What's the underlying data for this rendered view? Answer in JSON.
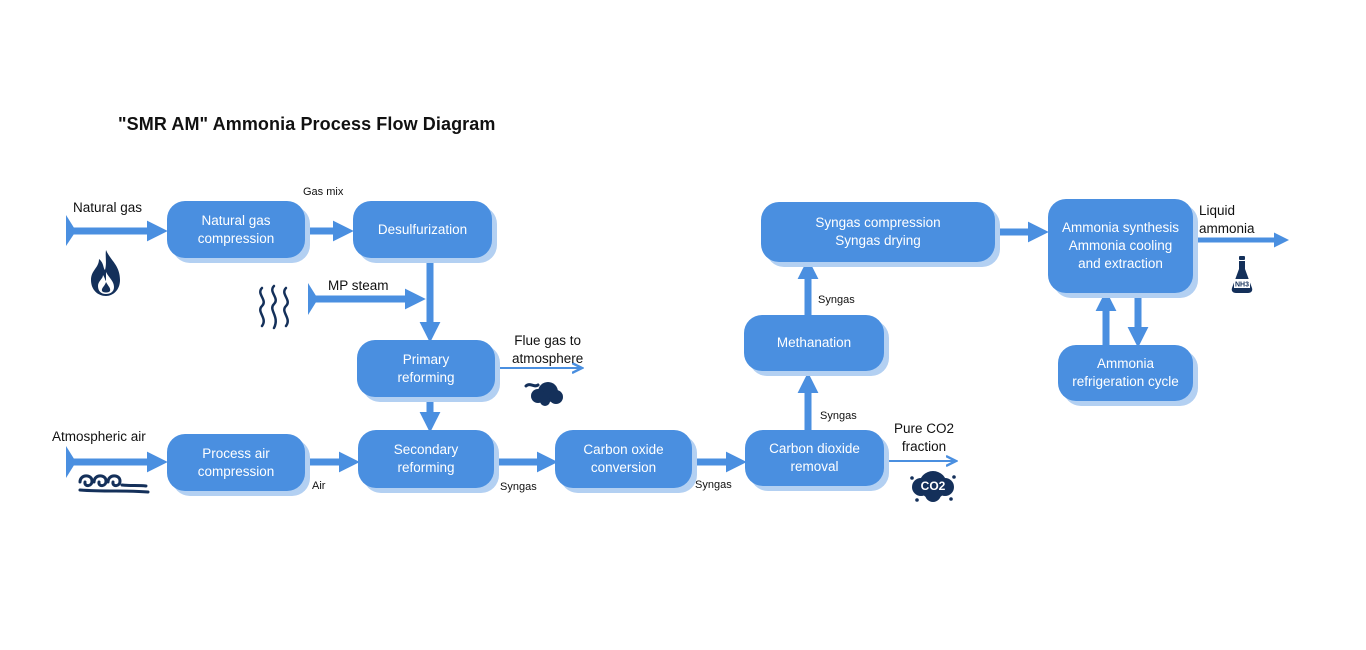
{
  "title": "\"SMR AM\" Ammonia Process Flow Diagram",
  "colors": {
    "box": "#4a8fe0",
    "box_shadow": "#b3d0f2",
    "arrow": "#4a8fe0",
    "icon": "#14305a",
    "text": "#111111"
  },
  "nodes": {
    "ng_compression": "Natural gas\ncompression",
    "desulfurization": "Desulfurization",
    "primary_reforming": "Primary\nreforming",
    "process_air_compression": "Process air\ncompression",
    "secondary_reforming": "Secondary\nreforming",
    "carbon_oxide_conversion": "Carbon oxide\nconversion",
    "co2_removal": "Carbon dioxide\nremoval",
    "methanation": "Methanation",
    "syngas_compression": "Syngas compression\nSyngas drying",
    "ammonia_synthesis": "Ammonia synthesis\nAmmonia cooling\nand extraction",
    "ammonia_refrigeration": "Ammonia\nrefrigeration cycle"
  },
  "labels": {
    "natural_gas": "Natural gas",
    "gas_mix": "Gas mix",
    "mp_steam": "MP steam",
    "flue_gas": "Flue gas to\natmosphere",
    "atmospheric_air": "Atmospheric air",
    "air": "Air",
    "syngas_1": "Syngas",
    "syngas_2": "Syngas",
    "syngas_3": "Syngas",
    "syngas_4": "Syngas",
    "pure_co2": "Pure CO2\nfraction",
    "liquid_ammonia": "Liquid\nammonia"
  },
  "icons": {
    "flame": "flame-icon",
    "steam": "steam-icon",
    "wind": "wind-icon",
    "smoke": "smoke-cloud-icon",
    "co2": "co2-cloud-icon",
    "nh3": "ammonia-flask-icon"
  },
  "icon_text": {
    "co2": "CO2",
    "nh3": "NH3"
  }
}
